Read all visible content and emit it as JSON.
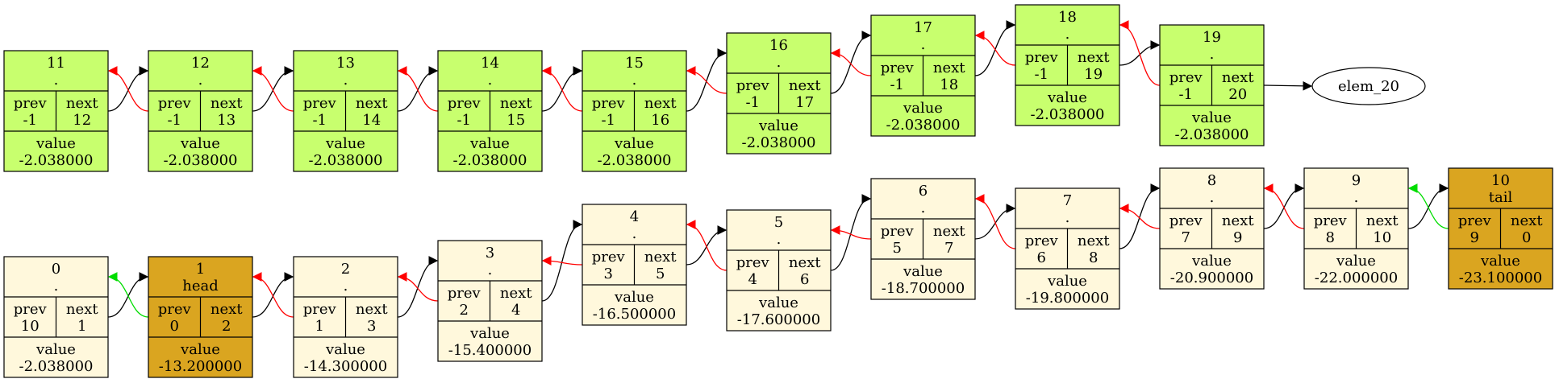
{
  "colors": {
    "green_fill": "#c8ff6e",
    "cream_fill": "#fff8dc",
    "gold_fill": "#daa520",
    "stroke": "#000000",
    "red_edge": "#ff0000",
    "green_edge": "#00dd00",
    "black_edge": "#000000"
  },
  "labels": {
    "prev": "prev",
    "next": "next",
    "value": "value"
  },
  "nodes": [
    {
      "id": 11,
      "title": "11",
      "sub": ".",
      "prev": "-1",
      "next": "12",
      "value": "-2.038000",
      "style": "green"
    },
    {
      "id": 12,
      "title": "12",
      "sub": ".",
      "prev": "-1",
      "next": "13",
      "value": "-2.038000",
      "style": "green"
    },
    {
      "id": 13,
      "title": "13",
      "sub": ".",
      "prev": "-1",
      "next": "14",
      "value": "-2.038000",
      "style": "green"
    },
    {
      "id": 14,
      "title": "14",
      "sub": ".",
      "prev": "-1",
      "next": "15",
      "value": "-2.038000",
      "style": "green"
    },
    {
      "id": 15,
      "title": "15",
      "sub": ".",
      "prev": "-1",
      "next": "16",
      "value": "-2.038000",
      "style": "green"
    },
    {
      "id": 16,
      "title": "16",
      "sub": ".",
      "prev": "-1",
      "next": "17",
      "value": "-2.038000",
      "style": "green"
    },
    {
      "id": 17,
      "title": "17",
      "sub": ".",
      "prev": "-1",
      "next": "18",
      "value": "-2.038000",
      "style": "green"
    },
    {
      "id": 18,
      "title": "18",
      "sub": ".",
      "prev": "-1",
      "next": "19",
      "value": "-2.038000",
      "style": "green"
    },
    {
      "id": 19,
      "title": "19",
      "sub": ".",
      "prev": "-1",
      "next": "20",
      "value": "-2.038000",
      "style": "green"
    },
    {
      "id": 0,
      "title": "0",
      "sub": ".",
      "prev": "10",
      "next": "1",
      "value": "-2.038000",
      "style": "cream"
    },
    {
      "id": 1,
      "title": "1",
      "sub": "head",
      "prev": "0",
      "next": "2",
      "value": "-13.200000",
      "style": "gold"
    },
    {
      "id": 2,
      "title": "2",
      "sub": ".",
      "prev": "1",
      "next": "3",
      "value": "-14.300000",
      "style": "cream"
    },
    {
      "id": 3,
      "title": "3",
      "sub": ".",
      "prev": "2",
      "next": "4",
      "value": "-15.400000",
      "style": "cream"
    },
    {
      "id": 4,
      "title": "4",
      "sub": ".",
      "prev": "3",
      "next": "5",
      "value": "-16.500000",
      "style": "cream"
    },
    {
      "id": 5,
      "title": "5",
      "sub": ".",
      "prev": "4",
      "next": "6",
      "value": "-17.600000",
      "style": "cream"
    },
    {
      "id": 6,
      "title": "6",
      "sub": ".",
      "prev": "5",
      "next": "7",
      "value": "-18.700000",
      "style": "cream"
    },
    {
      "id": 7,
      "title": "7",
      "sub": ".",
      "prev": "6",
      "next": "8",
      "value": "-19.800000",
      "style": "cream"
    },
    {
      "id": 8,
      "title": "8",
      "sub": ".",
      "prev": "7",
      "next": "9",
      "value": "-20.900000",
      "style": "cream"
    },
    {
      "id": 9,
      "title": "9",
      "sub": ".",
      "prev": "8",
      "next": "10",
      "value": "-22.000000",
      "style": "cream"
    },
    {
      "id": 10,
      "title": "10",
      "sub": "tail",
      "prev": "9",
      "next": "0",
      "value": "-23.100000",
      "style": "gold"
    }
  ],
  "external": {
    "id": "elem_20",
    "label": "elem_20"
  },
  "edges": [
    {
      "from": 11,
      "to": 12,
      "type": "next"
    },
    {
      "from": 12,
      "to": 11,
      "type": "prev"
    },
    {
      "from": 12,
      "to": 13,
      "type": "next"
    },
    {
      "from": 13,
      "to": 12,
      "type": "prev"
    },
    {
      "from": 13,
      "to": 14,
      "type": "next"
    },
    {
      "from": 14,
      "to": 13,
      "type": "prev"
    },
    {
      "from": 14,
      "to": 15,
      "type": "next"
    },
    {
      "from": 15,
      "to": 14,
      "type": "prev"
    },
    {
      "from": 15,
      "to": 16,
      "type": "next"
    },
    {
      "from": 16,
      "to": 15,
      "type": "prev"
    },
    {
      "from": 16,
      "to": 17,
      "type": "next"
    },
    {
      "from": 17,
      "to": 16,
      "type": "prev"
    },
    {
      "from": 17,
      "to": 18,
      "type": "next"
    },
    {
      "from": 18,
      "to": 17,
      "type": "prev"
    },
    {
      "from": 18,
      "to": 19,
      "type": "next"
    },
    {
      "from": 19,
      "to": 18,
      "type": "prev"
    },
    {
      "from": 19,
      "to": "elem_20",
      "type": "next"
    },
    {
      "from": 0,
      "to": 1,
      "type": "next"
    },
    {
      "from": 1,
      "to": 0,
      "type": "head-prev"
    },
    {
      "from": 1,
      "to": 2,
      "type": "next"
    },
    {
      "from": 2,
      "to": 1,
      "type": "prev"
    },
    {
      "from": 2,
      "to": 3,
      "type": "next"
    },
    {
      "from": 3,
      "to": 2,
      "type": "prev"
    },
    {
      "from": 3,
      "to": 4,
      "type": "next"
    },
    {
      "from": 4,
      "to": 3,
      "type": "prev"
    },
    {
      "from": 4,
      "to": 5,
      "type": "next"
    },
    {
      "from": 5,
      "to": 4,
      "type": "prev"
    },
    {
      "from": 5,
      "to": 6,
      "type": "next"
    },
    {
      "from": 6,
      "to": 5,
      "type": "prev"
    },
    {
      "from": 6,
      "to": 7,
      "type": "next"
    },
    {
      "from": 7,
      "to": 6,
      "type": "prev"
    },
    {
      "from": 7,
      "to": 8,
      "type": "next"
    },
    {
      "from": 8,
      "to": 7,
      "type": "prev"
    },
    {
      "from": 8,
      "to": 9,
      "type": "next"
    },
    {
      "from": 9,
      "to": 8,
      "type": "prev"
    },
    {
      "from": 9,
      "to": 10,
      "type": "next"
    },
    {
      "from": 10,
      "to": 9,
      "type": "tail-prev"
    }
  ]
}
